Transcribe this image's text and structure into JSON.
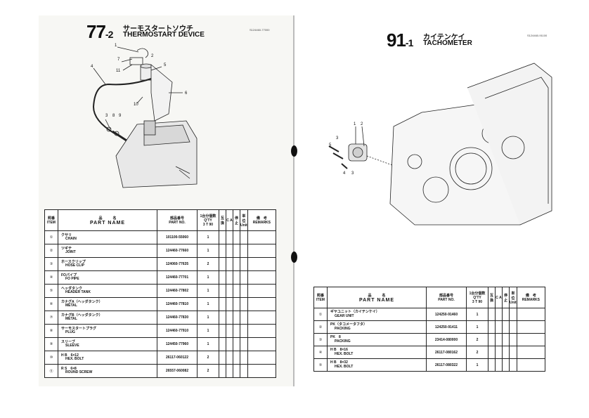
{
  "left": {
    "section_number": "77",
    "section_sub": "-2",
    "title_jp": "サーモスタートソウチ",
    "title_en": "THERMOSTART DEVICE",
    "code": "S124460-77000",
    "callouts": [
      "1",
      "2",
      "3",
      "4",
      "5",
      "6",
      "7",
      "8",
      "9",
      "10",
      "11"
    ],
    "table": {
      "headers": {
        "item_jp": "照番",
        "item_en": "ITEM",
        "name_jp": "品　　　名",
        "name_en": "PART NAME",
        "partno_jp": "部品番号",
        "partno_en": "PART NO.",
        "qty_jp": "1台分個数",
        "qty_en": "Q'TY",
        "qty_sub": "3 T 90",
        "interchange": "互換",
        "ca": "C A",
        "stop": "停止",
        "unit_jp": "単位",
        "unit_en": "Unit",
        "remarks_jp": "備　考",
        "remarks_en": "REMARKS"
      },
      "rows": [
        {
          "item": "①",
          "jp": "クサリ",
          "en": "CHAIN",
          "part_no": "101100-55060",
          "qty": "1"
        },
        {
          "item": "②",
          "jp": "ツギテ",
          "en": "JOINT",
          "part_no": "124460-77660",
          "qty": "1"
        },
        {
          "item": "③",
          "jp": "ホースクリップ",
          "en": "HOSE CLIP",
          "part_no": "124060-77635",
          "qty": "2"
        },
        {
          "item": "④",
          "jp": "FOパイプ",
          "en": "FO PIPE",
          "part_no": "124460-77701",
          "qty": "1"
        },
        {
          "item": "⑤",
          "jp": "ヘッダタンク",
          "en": "HEADER TANK",
          "part_no": "124460-77802",
          "qty": "1"
        },
        {
          "item": "⑥",
          "jp": "カナグA（ヘッダタンク）",
          "en": "METAL",
          "part_no": "124460-77810",
          "qty": "1"
        },
        {
          "item": "⑦",
          "jp": "カナグB（ヘッダタンク）",
          "en": "METAL",
          "part_no": "124460-77830",
          "qty": "1"
        },
        {
          "item": "⑧",
          "jp": "サーモスタートプラグ",
          "en": "PLUG",
          "part_no": "124460-77910",
          "qty": "1"
        },
        {
          "item": "⑨",
          "jp": "スリーブ",
          "en": "SLEEVE",
          "part_no": "124450-77960",
          "qty": "1"
        },
        {
          "item": "⑩",
          "jp": "H B　6×12",
          "en": "HEX. BOLT",
          "part_no": "26117-060122",
          "qty": "2"
        },
        {
          "item": "⑪",
          "jp": "R S　6×8",
          "en": "ROUND SCREW",
          "part_no": "26557-060082",
          "qty": "2"
        }
      ]
    }
  },
  "right": {
    "section_number": "91",
    "section_sub": "-1",
    "title_jp": "カイテンケイ",
    "title_en": "TACHOMETER",
    "code": "S124460-91100",
    "callouts": [
      "1",
      "2",
      "3",
      "4",
      "5",
      "3"
    ],
    "table": {
      "headers": {
        "item_jp": "照番",
        "item_en": "ITEM",
        "name_jp": "品　　　名",
        "name_en": "PART NAME",
        "partno_jp": "部品番号",
        "partno_en": "PART NO.",
        "qty_jp": "1台分個数",
        "qty_en": "Q'TY",
        "qty_sub": "3 T 90",
        "interchange": "互換",
        "ca": "C A",
        "stop": "停止",
        "unit_jp": "単位",
        "unit_en": "Unit",
        "remarks_jp": "備　考",
        "remarks_en": "REMARKS"
      },
      "rows": [
        {
          "item": "①",
          "jp": "ギヤユニット（カイテンケイ）",
          "en": "GEAR UNIT",
          "part_no": "124250-91460",
          "qty": "1"
        },
        {
          "item": "②",
          "jp": "PK（タコメータフタ）",
          "en": "PACKING",
          "part_no": "124250-91411",
          "qty": "1"
        },
        {
          "item": "③",
          "jp": "PK　8",
          "en": "PACKING",
          "part_no": "23414-080000",
          "qty": "2"
        },
        {
          "item": "④",
          "jp": "H B　8×16",
          "en": "HEX. BOLT",
          "part_no": "26117-080162",
          "qty": "2"
        },
        {
          "item": "⑤",
          "jp": "H B　8×32",
          "en": "HEX. BOLT",
          "part_no": "26117-080322",
          "qty": "1"
        }
      ]
    }
  }
}
